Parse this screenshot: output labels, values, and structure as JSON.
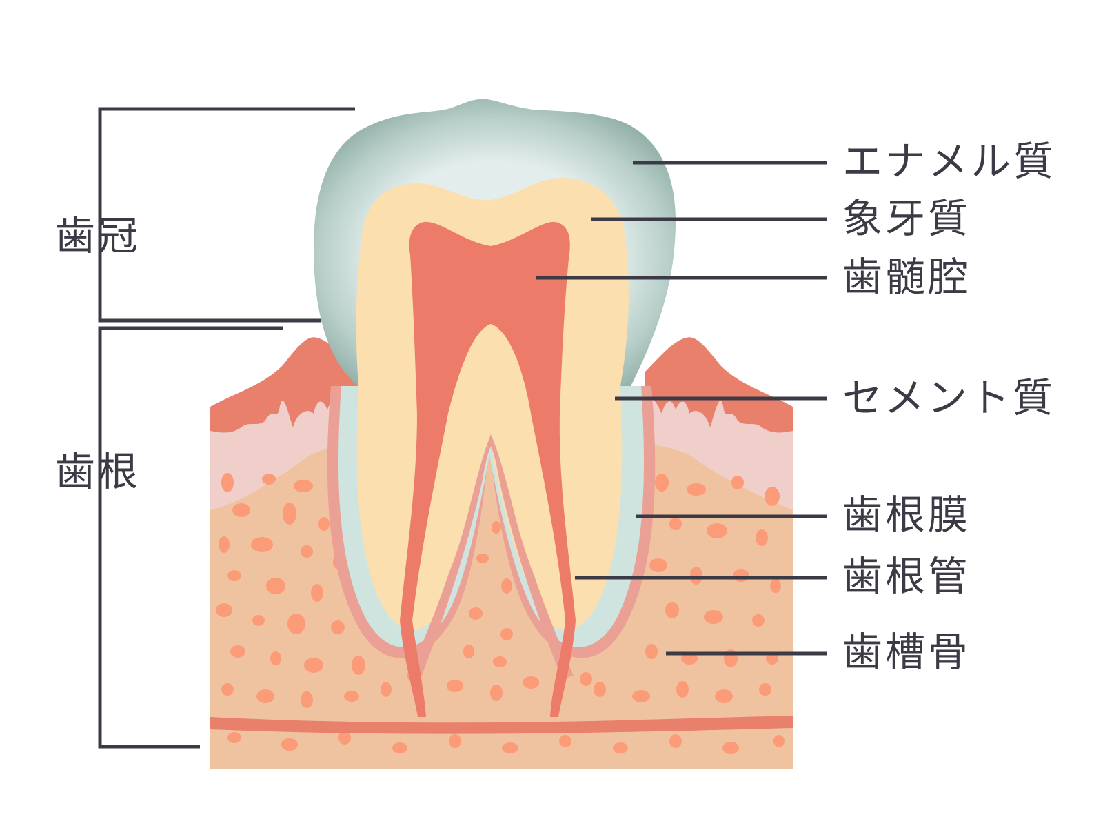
{
  "diagram": {
    "left_labels": {
      "crown": "歯冠",
      "root": "歯根"
    },
    "right_labels": {
      "enamel": "エナメル質",
      "dentin": "象牙質",
      "pulp_cavity": "歯髄腔",
      "cementum": "セメント質",
      "periodontal_ligament": "歯根膜",
      "root_canal": "歯根管",
      "alveolar_bone": "歯槽骨"
    },
    "colors": {
      "enamel": "#8fada6",
      "enamel_inner": "#dbe9e6",
      "dentin": "#fbdfae",
      "pulp": "#ec7b69",
      "gum": "#e8806c",
      "gum_pale": "#f0cfcb",
      "bone": "#f0c3a0",
      "bone_spots": "#fb9b78",
      "ligament": "#eaa095",
      "cementum": "#cfe3df",
      "line": "#3b3a45"
    }
  }
}
